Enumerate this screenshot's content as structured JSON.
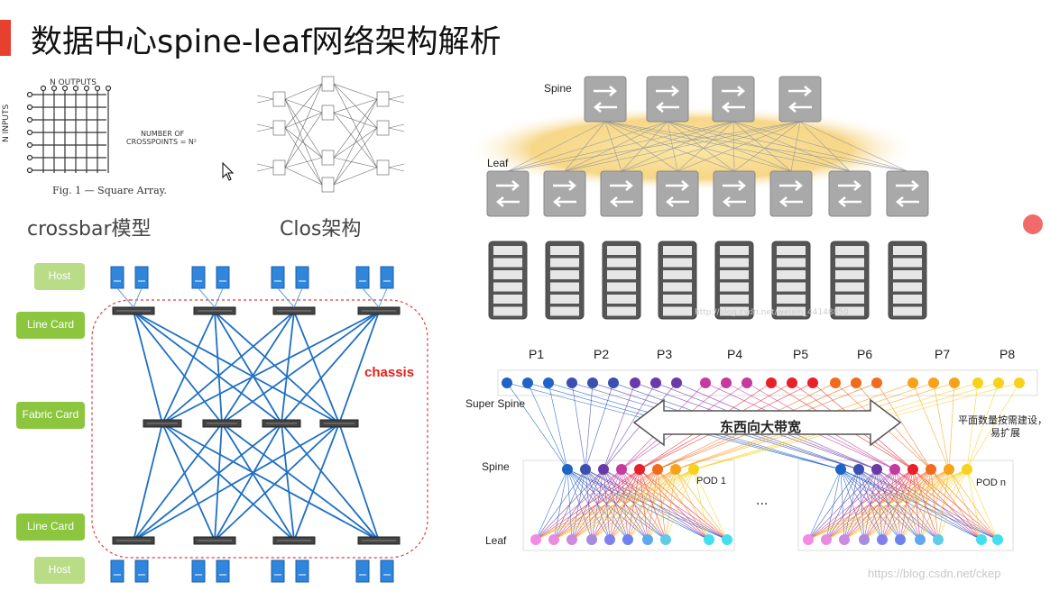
{
  "title": "数据中心spine-leaf网络架构解析",
  "crossbar": {
    "top_label": "N  OUTPUTS",
    "side_label": "N INPUTS",
    "formula_line1": "NUMBER OF",
    "formula_line2": "CROSSPOINTS = N²",
    "caption": "Fig. 1 — Square Array.",
    "model_label": "crossbar模型"
  },
  "clos": {
    "model_label": "Clos架构"
  },
  "chassis": {
    "host_label": "Host",
    "line_card_label": "Line Card",
    "fabric_card_label": "Fabric Card",
    "chassis_label": "chassis"
  },
  "spine_leaf": {
    "spine_label": "Spine",
    "leaf_label": "Leaf",
    "watermark": "http://blog.csdn.net/weixin_44148850"
  },
  "pod_diagram": {
    "planes": [
      "P1",
      "P2",
      "P3",
      "P4",
      "P5",
      "P6",
      "P7",
      "P8"
    ],
    "plane_colors": [
      "#1f63c6",
      "#3a4fb0",
      "#6a3aa8",
      "#c43a9e",
      "#e8202a",
      "#f26a1b",
      "#f7a21b",
      "#f7d21b"
    ],
    "super_spine_label": "Super Spine",
    "spine_label": "Spine",
    "leaf_label": "Leaf",
    "arrow_label": "东西向大带宽",
    "note_line1": "平面数量按需建设，",
    "note_line2": "易扩展",
    "pod1_label": "POD 1",
    "podn_label": "POD n",
    "ellipsis": "..."
  },
  "footer_watermark": "https://blog.csdn.net/ckep"
}
